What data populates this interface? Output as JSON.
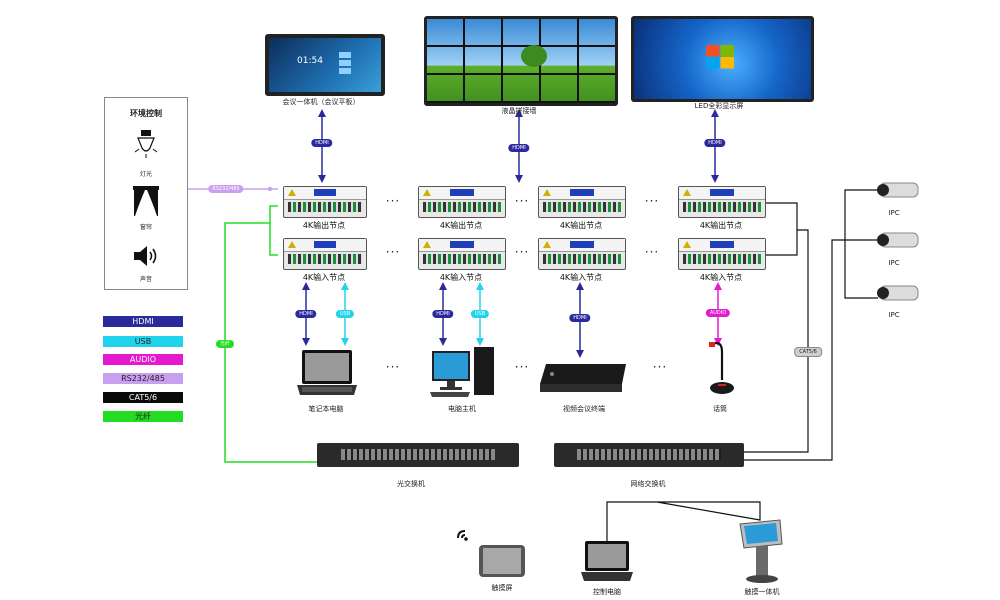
{
  "displays": {
    "meeting_panel": {
      "label": "会议一体机（会议平板）",
      "time": "01:54"
    },
    "lcd_wall": {
      "label": "液晶拼接墙"
    },
    "led_screen": {
      "label": "LED全彩显示屏"
    }
  },
  "environment": {
    "title": "环境控制",
    "items": [
      {
        "label": "灯光",
        "icon": "light-bulb-icon"
      },
      {
        "label": "窗帘",
        "icon": "curtain-icon"
      },
      {
        "label": "声音",
        "icon": "speaker-icon"
      }
    ],
    "link_label": "RS232/485"
  },
  "output_nodes": [
    "4K输出节点",
    "4K输出节点",
    "4K输出节点",
    "4K输出节点"
  ],
  "input_nodes": [
    "4K输入节点",
    "4K输入节点",
    "4K输入节点",
    "4K输入节点"
  ],
  "sources": [
    {
      "label": "笔记本电脑",
      "icon": "laptop-icon"
    },
    {
      "label": "电脑主机",
      "icon": "desktop-computer-icon"
    },
    {
      "label": "视频会议终端",
      "icon": "video-conference-terminal-icon"
    },
    {
      "label": "话筒",
      "icon": "microphone-icon"
    }
  ],
  "link_labels": {
    "hdmi": "HDMI",
    "usb": "USB",
    "audio": "AUDIO",
    "cat": "CAT5/6",
    "fiber": "光纤"
  },
  "legend": [
    {
      "label": "HDMI",
      "color": "#2b2a9c",
      "text_color": "#ffffff"
    },
    {
      "label": "USB",
      "color": "#22d3ee",
      "text_color": "#222222"
    },
    {
      "label": "AUDIO",
      "color": "#e51ad0",
      "text_color": "#ffffff"
    },
    {
      "label": "RS232/485",
      "color": "#c9a0f0",
      "text_color": "#222222"
    },
    {
      "label": "CAT5/6",
      "color": "#0a0a0a",
      "text_color": "#ffffff"
    },
    {
      "label": "光纤",
      "color": "#22dd22",
      "text_color": "#222222"
    }
  ],
  "switches": {
    "optical": "光交换机",
    "network": "网络交换机"
  },
  "cameras": [
    "IPC",
    "IPC",
    "IPC"
  ],
  "clients": [
    {
      "label": "触摸屏",
      "icon": "tablet-icon"
    },
    {
      "label": "控制电脑",
      "icon": "laptop-icon"
    },
    {
      "label": "触摸一体机",
      "icon": "kiosk-icon"
    }
  ],
  "ellipsis": "···"
}
